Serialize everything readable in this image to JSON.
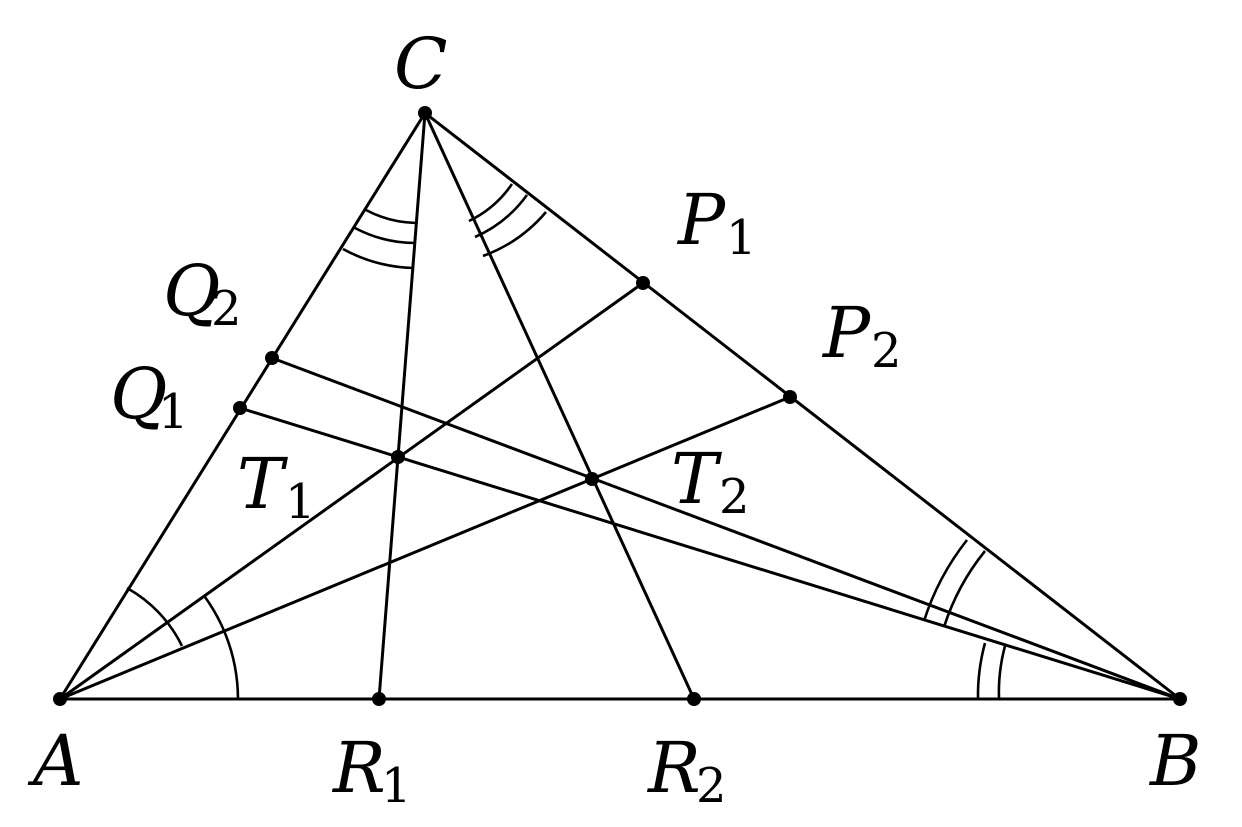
{
  "diagram": {
    "points": [
      {
        "id": "A",
        "label": "A",
        "sub": ""
      },
      {
        "id": "B",
        "label": "B",
        "sub": ""
      },
      {
        "id": "C",
        "label": "C",
        "sub": ""
      },
      {
        "id": "P1",
        "label": "P",
        "sub": "1"
      },
      {
        "id": "P2",
        "label": "P",
        "sub": "2"
      },
      {
        "id": "Q1",
        "label": "Q",
        "sub": "1"
      },
      {
        "id": "Q2",
        "label": "Q",
        "sub": "2"
      },
      {
        "id": "R1",
        "label": "R",
        "sub": "1"
      },
      {
        "id": "R2",
        "label": "R",
        "sub": "2"
      },
      {
        "id": "T1",
        "label": "T",
        "sub": "1"
      },
      {
        "id": "T2",
        "label": "T",
        "sub": "2"
      }
    ],
    "segments": [
      [
        "A",
        "B"
      ],
      [
        "B",
        "C"
      ],
      [
        "C",
        "A"
      ],
      [
        "A",
        "P1"
      ],
      [
        "A",
        "P2"
      ],
      [
        "B",
        "Q1"
      ],
      [
        "B",
        "Q2"
      ],
      [
        "C",
        "R1"
      ],
      [
        "C",
        "R2"
      ]
    ],
    "angle_marks": [
      {
        "vertex": "A",
        "between": [
          "B",
          "C"
        ],
        "count": 1
      },
      {
        "vertex": "B",
        "between": [
          "A",
          "C"
        ],
        "count": 2
      },
      {
        "vertex": "C",
        "between": [
          "A",
          "B"
        ],
        "count": 3
      }
    ]
  }
}
